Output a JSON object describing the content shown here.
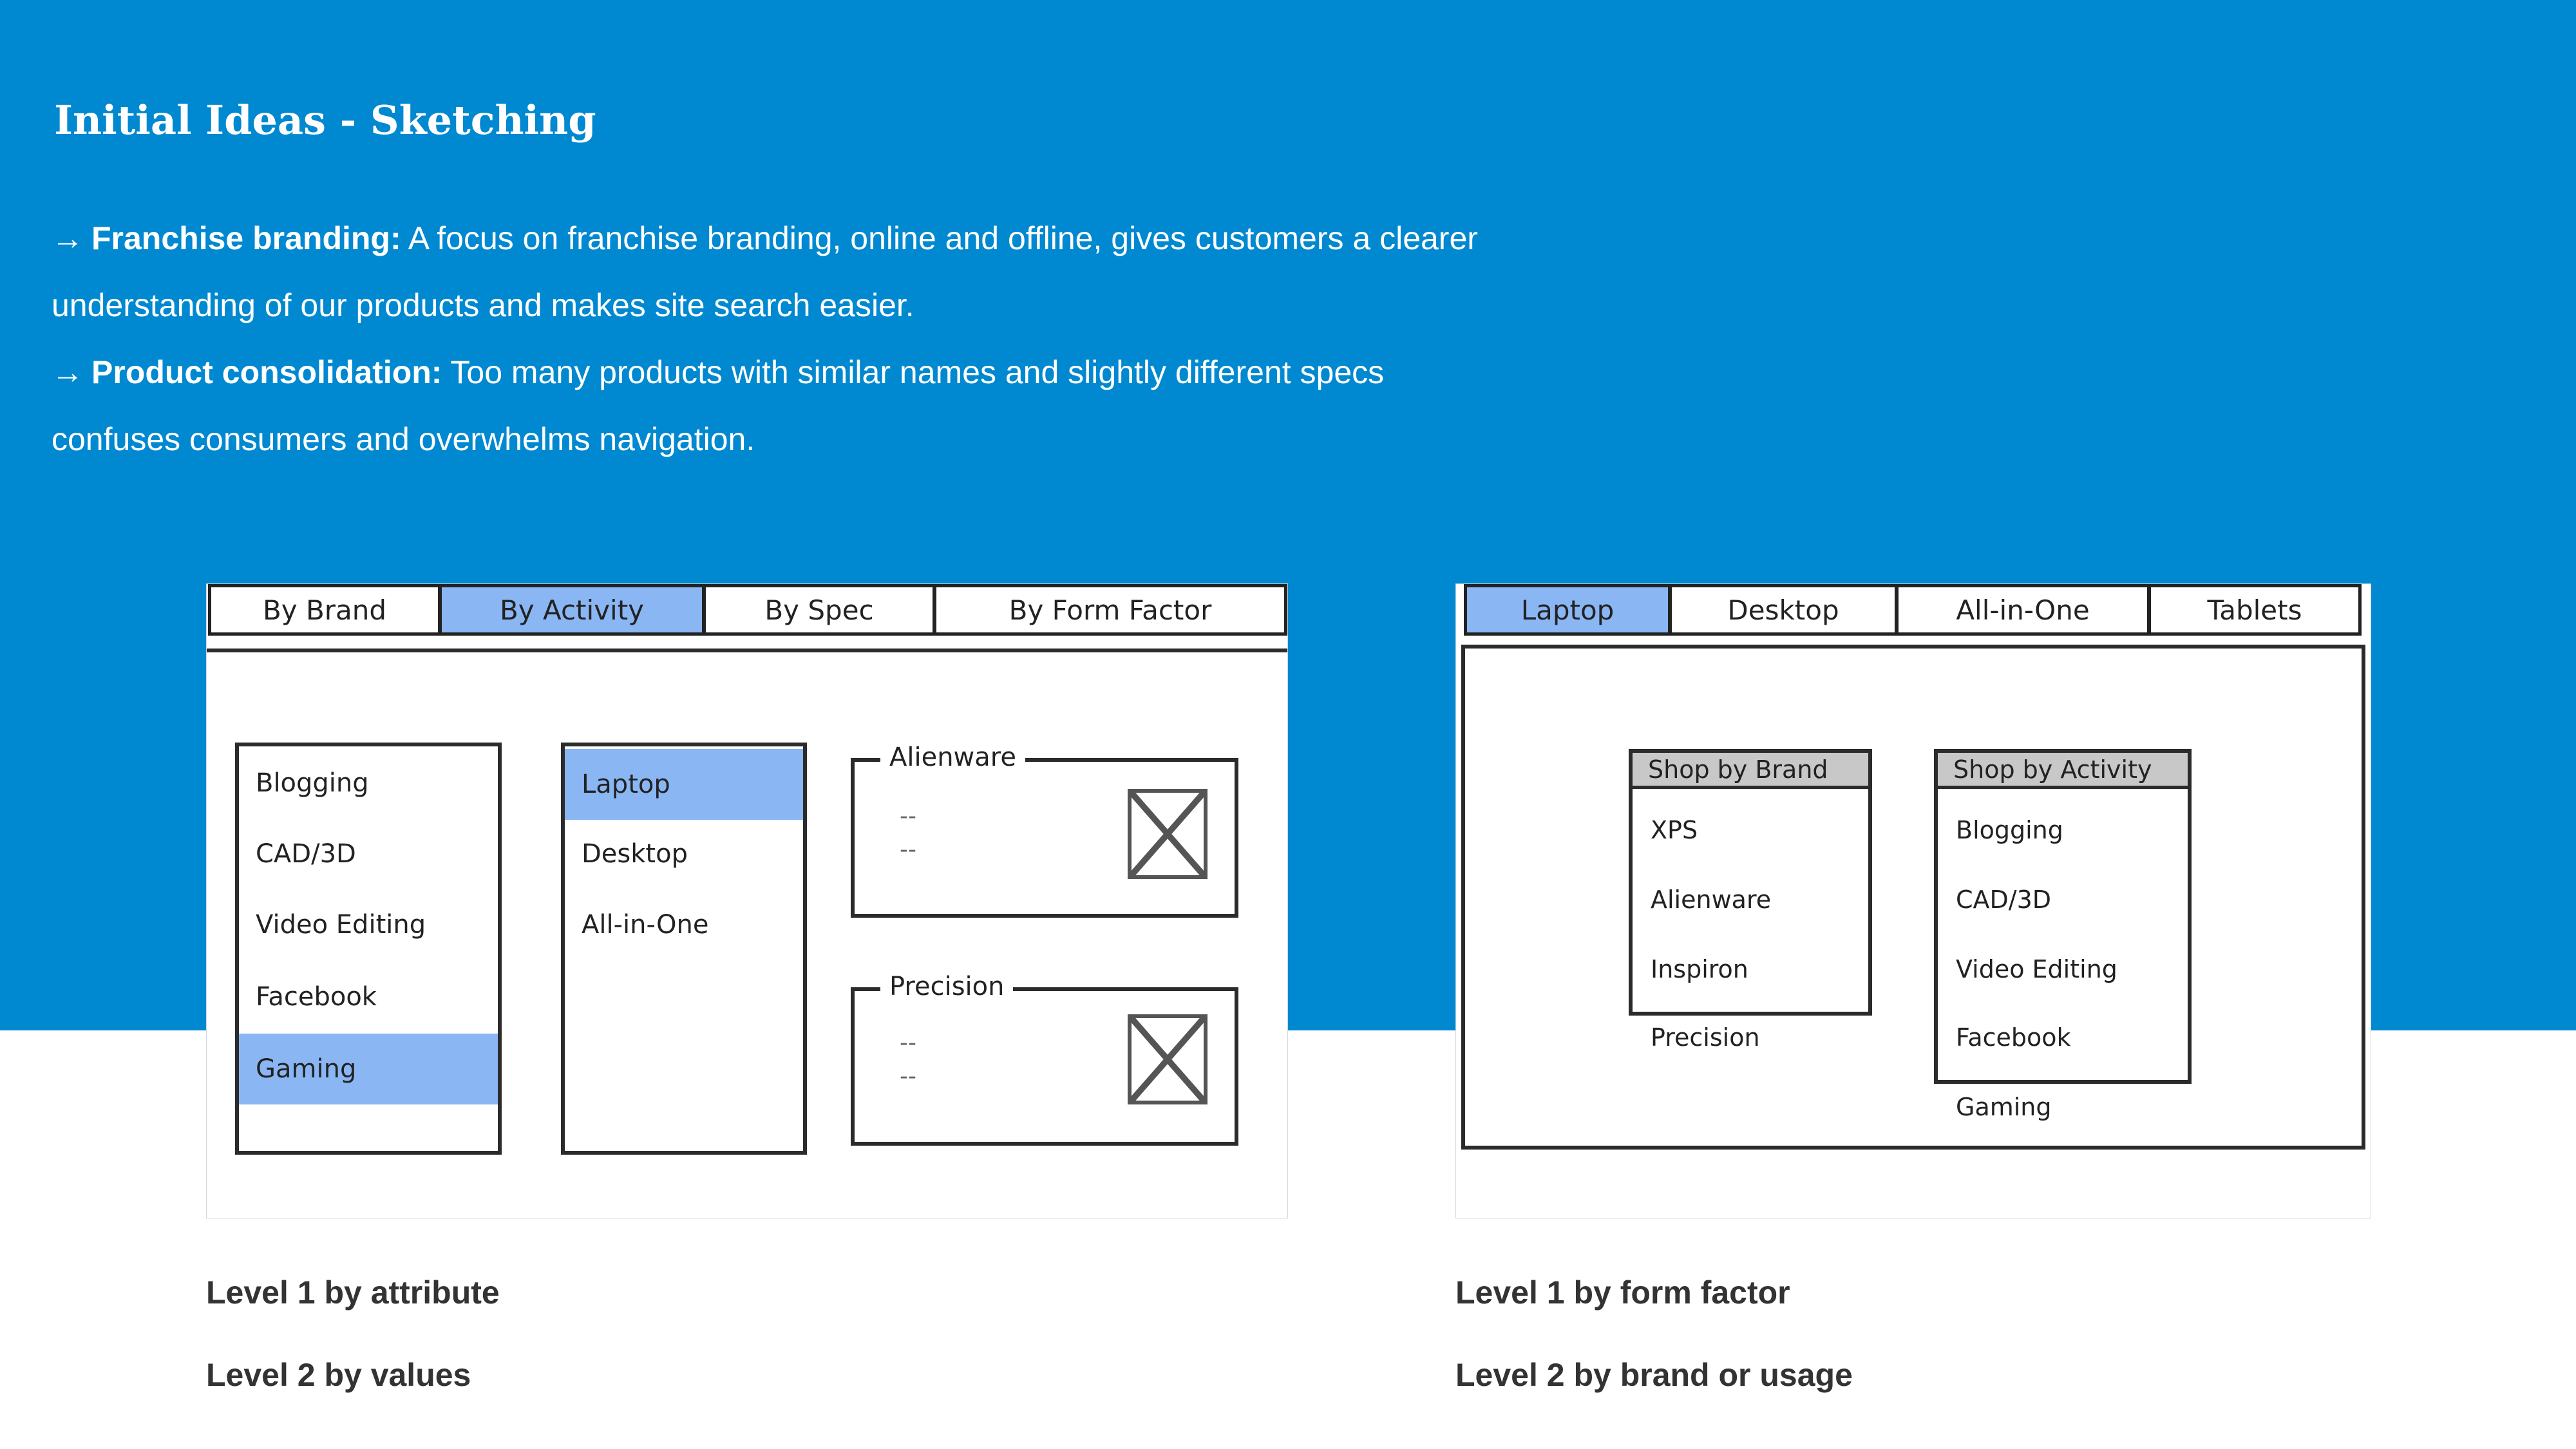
{
  "page": {
    "title": "Initial Ideas - Sketching",
    "arrow_glyph": "→",
    "points": [
      {
        "label": "Franchise branding:",
        "text": " A focus on franchise branding, online and offline, gives customers a clearer understanding of our products and makes site search easier."
      },
      {
        "label": "Product consolidation:",
        "text": " Too many products with similar names and slightly different specs confuses consumers and overwhelms navigation."
      }
    ]
  },
  "sketch_left": {
    "tabs": [
      "By Brand",
      "By Activity",
      "By Spec",
      "By Form Factor"
    ],
    "selected_tab": "By Activity",
    "activities": [
      "Blogging",
      "CAD/3D",
      "Video Editing",
      "Facebook",
      "Gaming"
    ],
    "selected_activity": "Gaming",
    "form_factors": [
      "Laptop",
      "Desktop",
      "All-in-One"
    ],
    "selected_form_factor": "Laptop",
    "results": [
      {
        "name": "Alienware",
        "lines": [
          "--",
          "--"
        ]
      },
      {
        "name": "Precision",
        "lines": [
          "--",
          "--"
        ]
      }
    ],
    "caption1": "Level 1 by attribute",
    "caption2": "Level 2 by values"
  },
  "sketch_right": {
    "tabs": [
      "Laptop",
      "Desktop",
      "All-in-One",
      "Tablets"
    ],
    "selected_tab": "Laptop",
    "brand_panel": {
      "header": "Shop by Brand",
      "items": [
        "XPS",
        "Alienware",
        "Inspiron",
        "Precision"
      ]
    },
    "activity_panel": {
      "header": "Shop by Activity",
      "items": [
        "Blogging",
        "CAD/3D",
        "Video Editing",
        "Facebook",
        "Gaming"
      ]
    },
    "caption1": "Level 1 by form factor",
    "caption2": "Level 2 by brand or usage"
  },
  "colors": {
    "background_blue": "#0088d1",
    "selection_blue": "#8ab6f4",
    "panel_header_gray": "#c8c8c8"
  }
}
